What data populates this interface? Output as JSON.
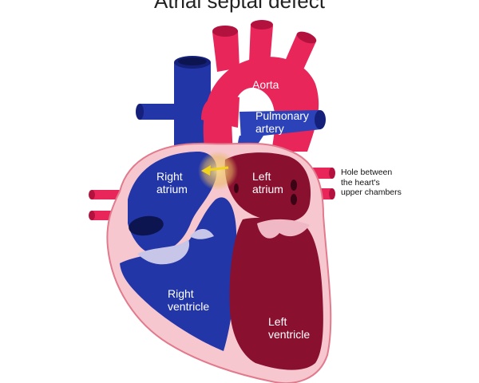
{
  "title": "Atrial septal defect",
  "labels": {
    "aorta": "Aorta",
    "pulmonary_artery": "Pulmonary\nartery",
    "right_atrium": "Right\natrium",
    "left_atrium": "Left\natrium",
    "right_ventricle": "Right\nventricle",
    "left_ventricle": "Left\nventricle"
  },
  "annotation": "Hole between\nthe heart's\nupper chambers",
  "colors": {
    "oxygen_poor_blue": "#2236a8",
    "oxygen_rich_red": "#e8265a",
    "chamber_dark_red": "#8a1030",
    "wall_pink": "#f6c7cf",
    "shunt_arrow": "#f2d31b"
  }
}
